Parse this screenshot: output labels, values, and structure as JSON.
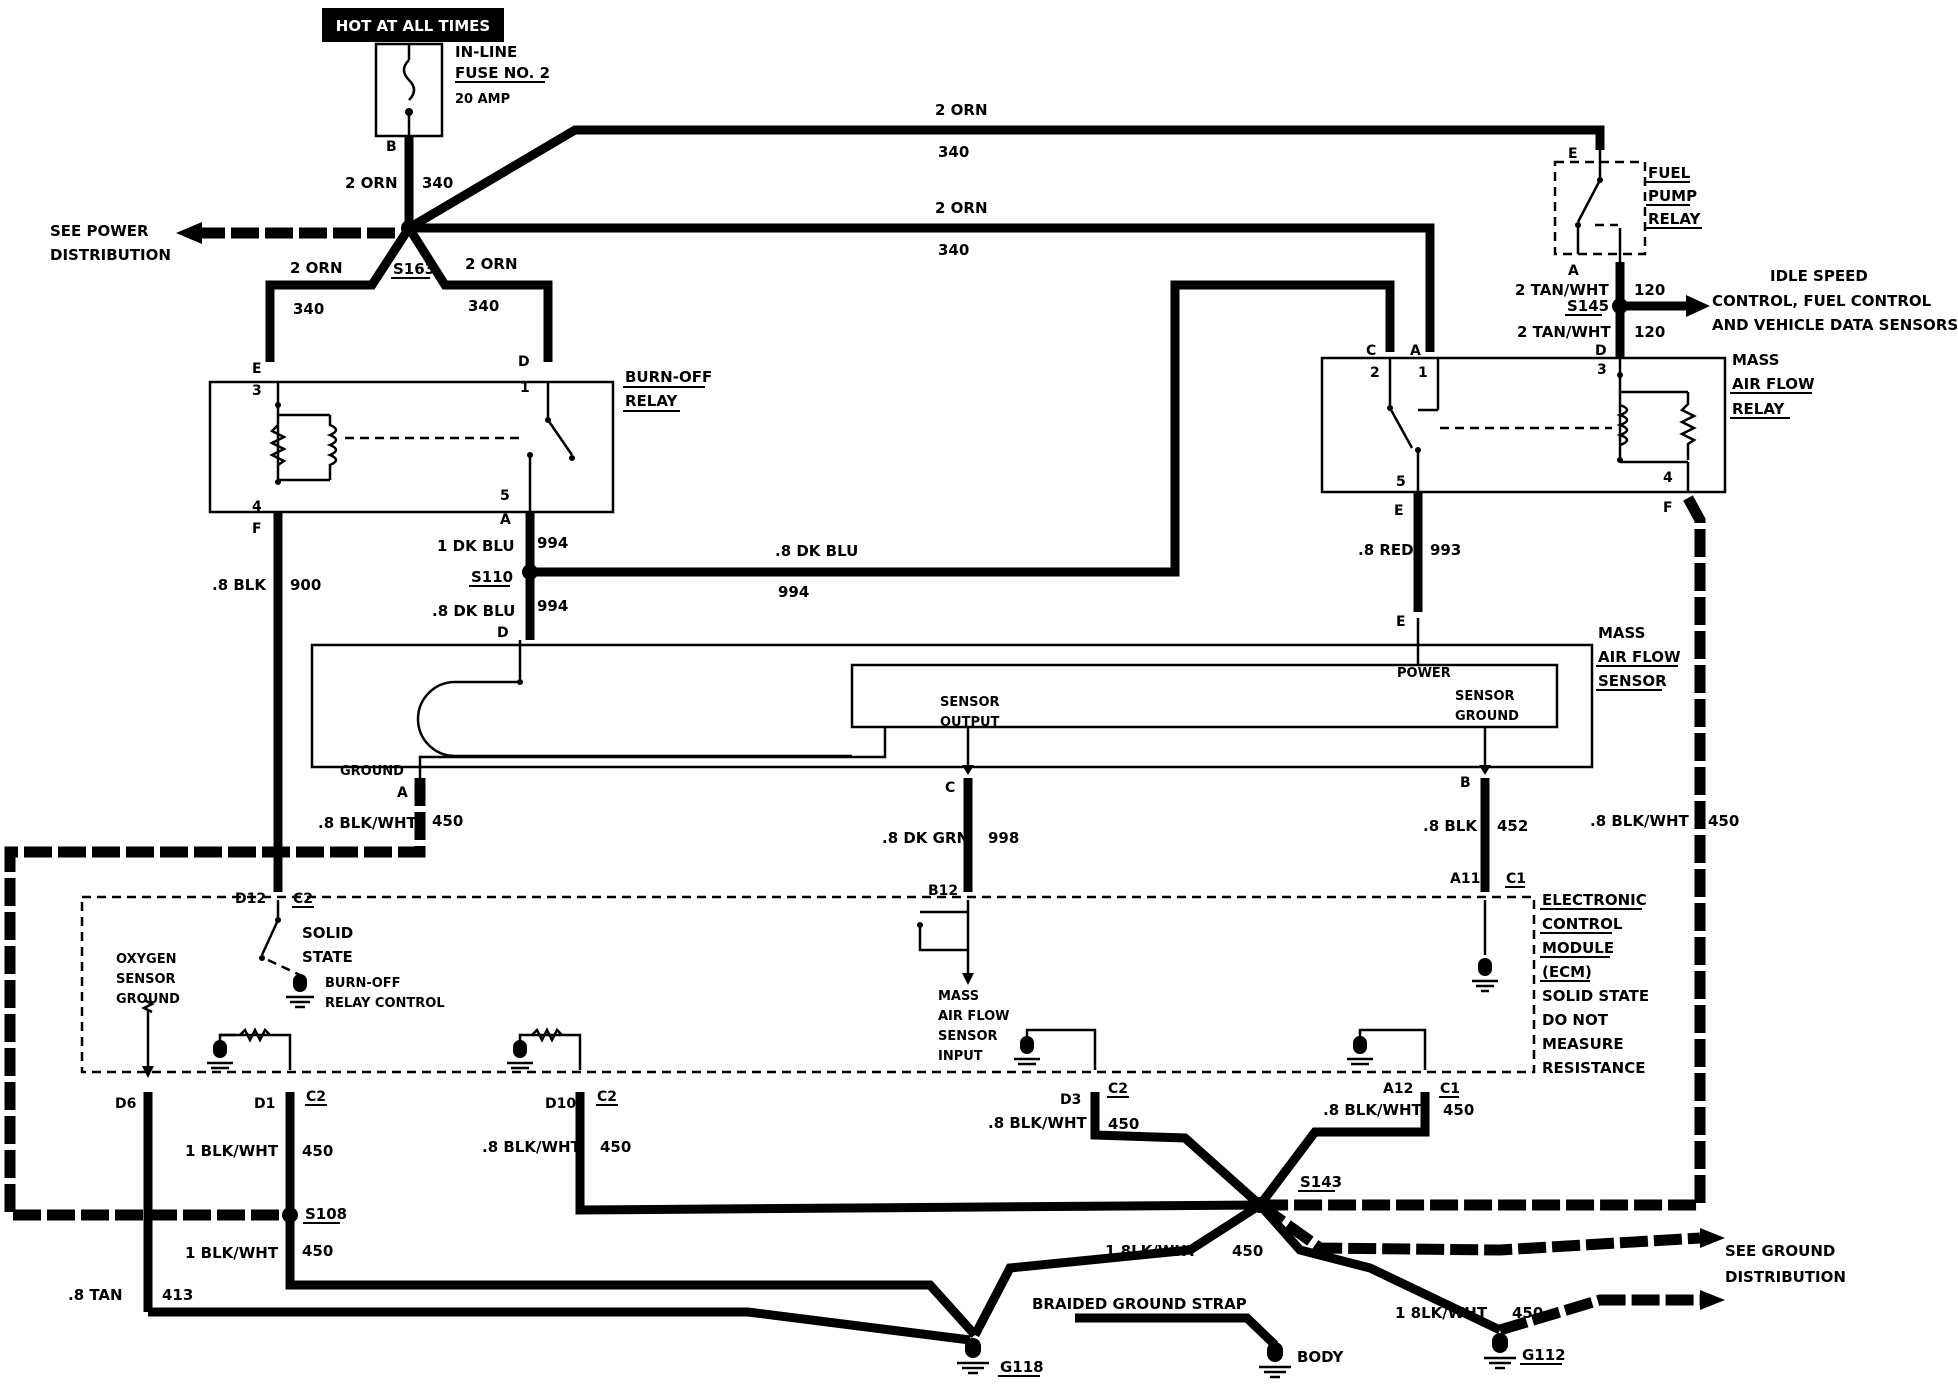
{
  "power": {
    "hot": "HOT AT ALL TIMES",
    "fuse_line1": "IN-LINE",
    "fuse_line2": "FUSE NO. 2",
    "fuse_amp": "20 AMP"
  },
  "splices": {
    "s163": "S163",
    "s110": "S110",
    "s145": "S145",
    "s108": "S108",
    "s143": "S143"
  },
  "grounds": {
    "g118": "G118",
    "g112": "G112",
    "body": "BODY"
  },
  "see": {
    "power1": "SEE POWER",
    "power2": "DISTRIBUTION",
    "ground1": "SEE GROUND",
    "ground2": "DISTRIBUTION"
  },
  "idle": {
    "l1": "IDLE SPEED",
    "l2": "CONTROL, FUEL CONTROL",
    "l3": "AND VEHICLE DATA SENSORS"
  },
  "burnoff_relay": {
    "l1": "BURN-OFF",
    "l2": "RELAY"
  },
  "fuel_pump_relay": {
    "l1": "FUEL",
    "l2": "PUMP",
    "l3": "RELAY"
  },
  "maf_relay": {
    "l1": "MASS",
    "l2": "AIR FLOW",
    "l3": "RELAY"
  },
  "maf_sensor": {
    "l1": "MASS",
    "l2": "AIR FLOW",
    "l3": "SENSOR",
    "power": "POWER",
    "output1": "SENSOR",
    "output2": "OUTPUT",
    "sground1": "SENSOR",
    "sground2": "GROUND",
    "ground": "GROUND"
  },
  "ecm": {
    "l1": "ELECTRONIC",
    "l2": "CONTROL",
    "l3": "MODULE",
    "l4": "(ECM)",
    "l5": "SOLID STATE",
    "l6": "DO NOT",
    "l7": "MEASURE",
    "l8": "RESISTANCE",
    "solid1": "SOLID",
    "solid2": "STATE",
    "burnoff_ctrl1": "BURN-OFF",
    "burnoff_ctrl2": "RELAY CONTROL",
    "oxy1": "OXYGEN",
    "oxy2": "SENSOR",
    "oxy3": "GROUND",
    "mafin1": "MASS",
    "mafin2": "AIR FLOW",
    "mafin3": "SENSOR",
    "mafin4": "INPUT"
  },
  "strap": "BRAIDED GROUND STRAP",
  "wires": {
    "orn2": "2 ORN",
    "c340": "340",
    "dkblu1": "1 DK BLU",
    "dkblu8": ".8 DK BLU",
    "c994": "994",
    "blk8": ".8 BLK",
    "c900": "900",
    "red8": ".8 RED",
    "c993": "993",
    "tanwht2": "2 TAN/WHT",
    "c120": "120",
    "blkwht8": ".8 BLK/WHT",
    "blkwht1": "1 BLK/WHT",
    "blkwht1b": "1 8LK/WHT",
    "c450": "450",
    "dkgrn8": ".8 DK GRN",
    "c998": "998",
    "c452": "452",
    "tan8": ".8 TAN",
    "c413": "413"
  },
  "pins": {
    "B": "B",
    "E": "E",
    "D": "D",
    "A": "A",
    "C": "C",
    "F": "F",
    "p1": "1",
    "p2": "2",
    "p3": "3",
    "p4": "4",
    "p5": "5",
    "D12": "D12",
    "C2": "C2",
    "B12": "B12",
    "A11": "A11",
    "C1": "C1",
    "D6": "D6",
    "D1": "D1",
    "D10": "D10",
    "D3": "D3",
    "A12": "A12"
  }
}
